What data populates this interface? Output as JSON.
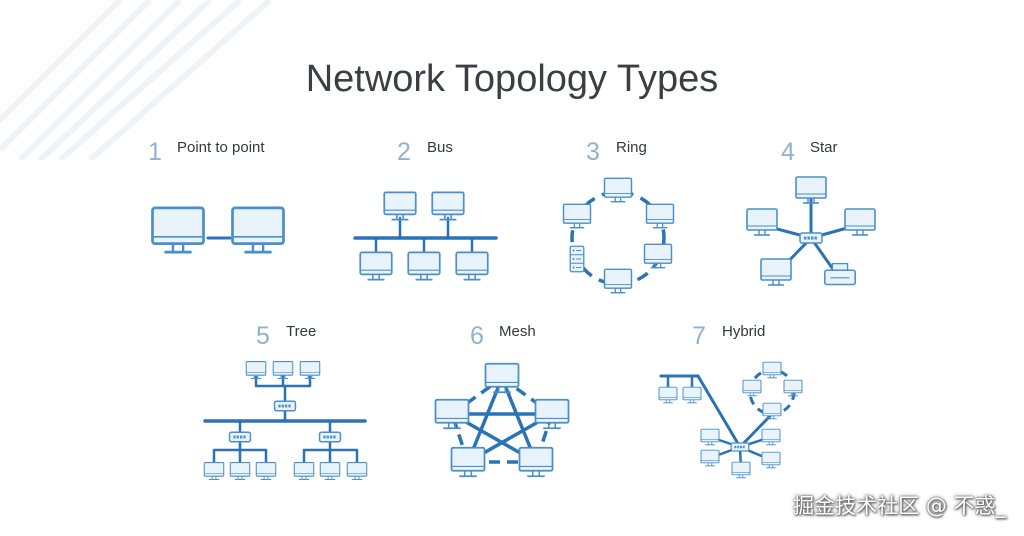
{
  "title": "Network Topology Types",
  "panels": [
    {
      "number": "1",
      "label": "Point to point"
    },
    {
      "number": "2",
      "label": "Bus"
    },
    {
      "number": "3",
      "label": "Ring"
    },
    {
      "number": "4",
      "label": "Star"
    },
    {
      "number": "5",
      "label": "Tree"
    },
    {
      "number": "6",
      "label": "Mesh"
    },
    {
      "number": "7",
      "label": "Hybrid"
    }
  ],
  "watermark": "掘金技术社区 @ 不惑_",
  "colors": {
    "link": "#2b73b5",
    "device_stroke": "#4a8fca",
    "device_fill": "#e9f3fb",
    "number": "#8fb3cf",
    "title": "#3b3e42"
  },
  "icons": [
    "monitor-icon",
    "switch-icon",
    "server-icon",
    "printer-icon"
  ]
}
